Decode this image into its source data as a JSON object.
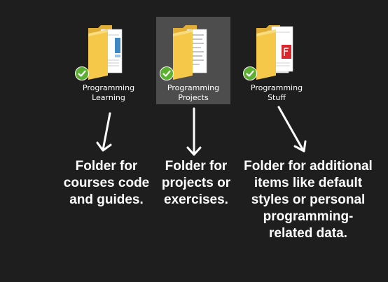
{
  "folders": [
    {
      "line1": "Programming",
      "line2": "Learning",
      "selected": false,
      "status_icon": "sync-ok-checkmark-icon"
    },
    {
      "line1": "Programming",
      "line2": "Projects",
      "selected": true,
      "status_icon": "sync-ok-checkmark-icon"
    },
    {
      "line1": "Programming",
      "line2": "Stuff",
      "selected": false,
      "status_icon": "sync-ok-checkmark-icon"
    }
  ],
  "captions": [
    {
      "lines": [
        "Folder for",
        "courses code",
        "and guides."
      ]
    },
    {
      "lines": [
        "Folder for",
        "projects or",
        "exercises."
      ]
    },
    {
      "lines": [
        "Folder for additional",
        "items like default",
        "styles or personal",
        "programming-",
        "related data."
      ]
    }
  ],
  "colors": {
    "background": "#1e1e1e",
    "selection": "#4d4d4d",
    "folder": "#f5c84a",
    "check": "#5bb031",
    "text": "#ffffff"
  }
}
